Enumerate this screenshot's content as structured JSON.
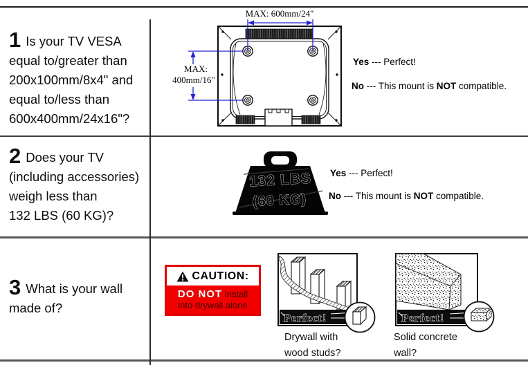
{
  "colors": {
    "dimension_blue": "#2323cf",
    "caution_red": "#f20000",
    "line_gray": "#3f3f3f",
    "banner_black": "#0d0d0d"
  },
  "section1": {
    "number": "1",
    "line1": "Is your TV VESA",
    "lines_rest": [
      "equal to/greater than",
      "200x100mm/8x4\" and",
      "equal to/less than",
      "600x400mm/24x16\"?"
    ],
    "diagram": {
      "dim_top": "MAX: 600mm/24\"",
      "dim_left1": "MAX:",
      "dim_left2": "400mm/16\""
    },
    "yes_bold": "Yes",
    "yes_rest": " --- Perfect!",
    "no_bold": "No",
    "no_mid": " --- This mount is ",
    "no_bold2": "NOT",
    "no_end": " compatible."
  },
  "section2": {
    "number": "2",
    "line1": "Does your TV",
    "lines_rest": [
      "(including accessories)",
      "weigh less than",
      "132 LBS (60 KG)?"
    ],
    "weight_line1": "132 LBS",
    "weight_line2": "(60 KG)",
    "yes_bold": "Yes",
    "yes_rest": " --- Perfect!",
    "no_bold": "No",
    "no_mid": " --- This mount is ",
    "no_bold2": "NOT",
    "no_end": " compatible."
  },
  "section3": {
    "number": "3",
    "line1": "What is your wall",
    "lines_rest": [
      "made of?"
    ],
    "caution_title": "CAUTION:",
    "caution_line1_strong": "DO NOT",
    "caution_line1_rest": " install",
    "caution_line2": "into drywall alone",
    "drywall_banner": "Perfect!",
    "drywall_caption1": "Drywall with",
    "drywall_caption2": "wood studs?",
    "concrete_banner": "Perfect!",
    "concrete_caption1": "Solid concrete",
    "concrete_caption2": "wall?"
  }
}
